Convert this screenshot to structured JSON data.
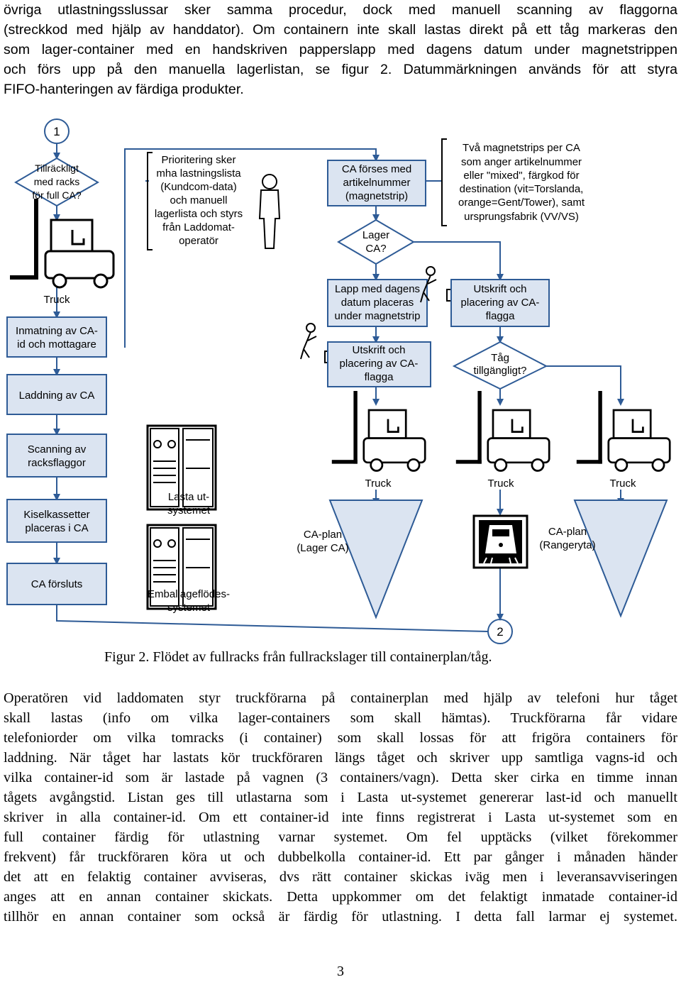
{
  "top_paragraph": [
    "övriga utlastningsslussar sker samma procedur, dock med manuell scanning av flaggorna",
    "(streckkod med hjälp av handdator). Om containern inte skall lastas direkt på ett tåg markeras den",
    "som lager-container med en handskriven papperslapp med dagens datum under magnetstrippen",
    "och förs upp på den manuella lagerlistan, se figur 2. Datummärkningen används för att styra",
    "FIFO-hanteringen av färdiga produkter."
  ],
  "figure": {
    "connector_start": "1",
    "connector_end": "2",
    "decision_racks": [
      "Tillräckligt",
      "med racks",
      "för full CA?"
    ],
    "note_prioritering": [
      "Prioritering sker",
      "mha lastningslista",
      "(Kundcom-data)",
      "och manuell",
      "lagerlista och styrs",
      "från Laddomat-",
      "operatör"
    ],
    "truck_label": "Truck",
    "box_inmatning": [
      "Inmatning av CA-",
      "id och mottagare"
    ],
    "box_laddning": [
      "Laddning av CA"
    ],
    "box_scanning": [
      "Scanning av",
      "racksflaggor"
    ],
    "box_kisel": [
      "Kiselkassetter",
      "placeras i CA"
    ],
    "box_forsluts": [
      "CA försluts"
    ],
    "label_lasta": [
      "Lasta ut-",
      "systemet"
    ],
    "label_emballage": [
      "Emballageflödes-",
      "systemet"
    ],
    "box_ca_forses": [
      "CA förses med",
      "artikelnummer",
      "(magnetstrip)"
    ],
    "note_magnetstrips": [
      "Två magnetstrips per CA",
      "som anger artikelnummer",
      "eller \"mixed\", färgkod för",
      "destination (vit=Torslanda,",
      "orange=Gent/Tower), samt",
      "ursprungsfabrik (VV/VS)"
    ],
    "decision_lager": [
      "Lager",
      "CA?"
    ],
    "box_lapp": [
      "Lapp med dagens",
      "datum placeras",
      "under magnetstrip"
    ],
    "box_utskrift_right": [
      "Utskrift och",
      "placering av CA-",
      "flagga"
    ],
    "box_utskrift_mid": [
      "Utskrift och",
      "placering av CA-",
      "flagga"
    ],
    "decision_tag": [
      "Tåg",
      "tillgängligt?"
    ],
    "label_ca_plan_lager": [
      "CA-plan",
      "(Lager CA)"
    ],
    "label_ca_plan_rangeryta": [
      "CA-plan",
      "(Rangeryta)"
    ]
  },
  "caption": "Figur 2. Flödet av fullracks från fullrackslager till containerplan/tåg.",
  "bottom_paragraph": [
    "Operatören vid laddomaten styr truckförarna på containerplan med hjälp av telefoni hur tåget",
    "skall lastas (info om vilka lager-containers som skall hämtas). Truckförarna får vidare",
    "telefoniorder om vilka tomracks (i container) som skall lossas för att frigöra containers för",
    "laddning. När tåget har lastats kör truckföraren längs tåget och skriver upp samtliga vagns-id och",
    "vilka container-id som är lastade på vagnen (3 containers/vagn). Detta sker cirka en timme innan",
    "tågets avgångstid. Listan ges till utlastarna som i Lasta ut-systemet genererar last-id och manuellt",
    "skriver in alla container-id. Om ett container-id inte finns registrerat i Lasta ut-systemet som en",
    "full container färdig för utlastning varnar systemet. Om fel upptäcks (vilket förekommer",
    "frekvent) får truckföraren köra ut och dubbelkolla container-id. Ett par gånger i månaden händer",
    "det att en felaktig container avviseras, dvs rätt container skickas iväg men i leveransavviseringen",
    "anges att en annan container skickats. Detta uppkommer om det felaktigt inmatade container-id",
    "tillhör en annan container som också är färdig för utlastning. I detta fall larmar ej systemet."
  ],
  "page_number": "3"
}
